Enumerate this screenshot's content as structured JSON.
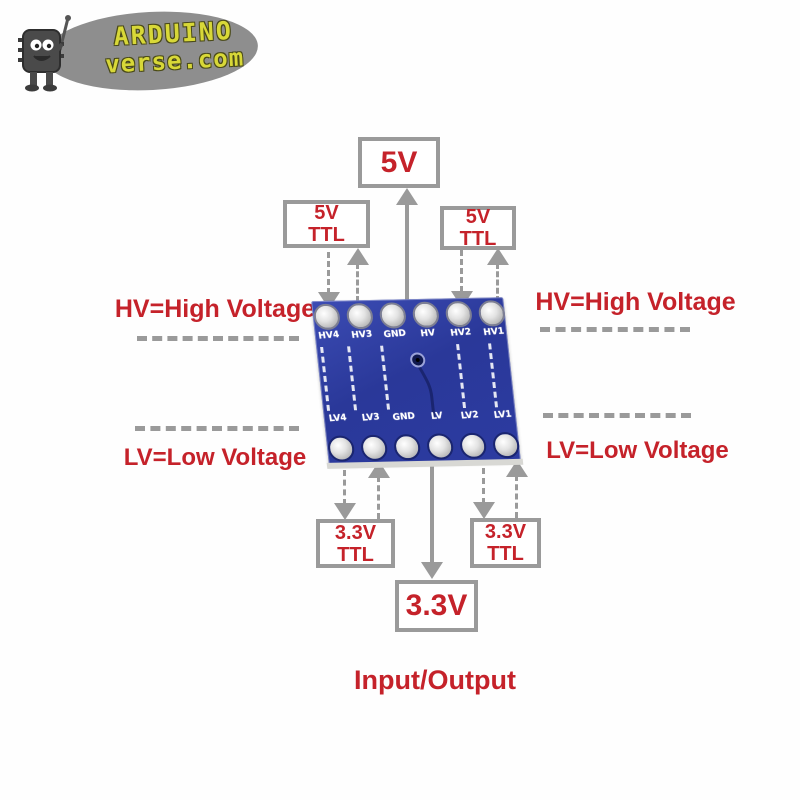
{
  "logo": {
    "line1": "ARDUINO",
    "line2": "verse.com",
    "mascot_icon": "chip-robot-icon",
    "ellipse_color": "#8e8e8e",
    "text_color": "#d8d838"
  },
  "diagram": {
    "boxes": {
      "top_supply": "5V",
      "bottom_supply": "3.3V",
      "ttl_top_left": {
        "line1": "5V",
        "line2": "TTL"
      },
      "ttl_top_right": {
        "line1": "5V",
        "line2": "TTL"
      },
      "ttl_bottom_left": {
        "line1": "3.3V",
        "line2": "TTL"
      },
      "ttl_bottom_right": {
        "line1": "3.3V",
        "line2": "TTL"
      }
    },
    "labels": {
      "hv_left": "HV=High Voltage",
      "hv_right": "HV=High Voltage",
      "lv_left": "LV=Low Voltage",
      "lv_right": "LV=Low Voltage",
      "io": "Input/Output"
    },
    "pcb": {
      "top_pins": [
        "HV4",
        "HV3",
        "GND",
        "HV",
        "HV2",
        "HV1"
      ],
      "bottom_pins": [
        "LV4",
        "LV3",
        "GND",
        "LV",
        "LV2",
        "LV1"
      ]
    },
    "colors": {
      "red": "#c5222a",
      "gray": "#9a9a9a",
      "pcb_blue": "#2c3ba1",
      "pad_silver": "#d9d9d9",
      "logo_yellow": "#d8d838"
    }
  }
}
